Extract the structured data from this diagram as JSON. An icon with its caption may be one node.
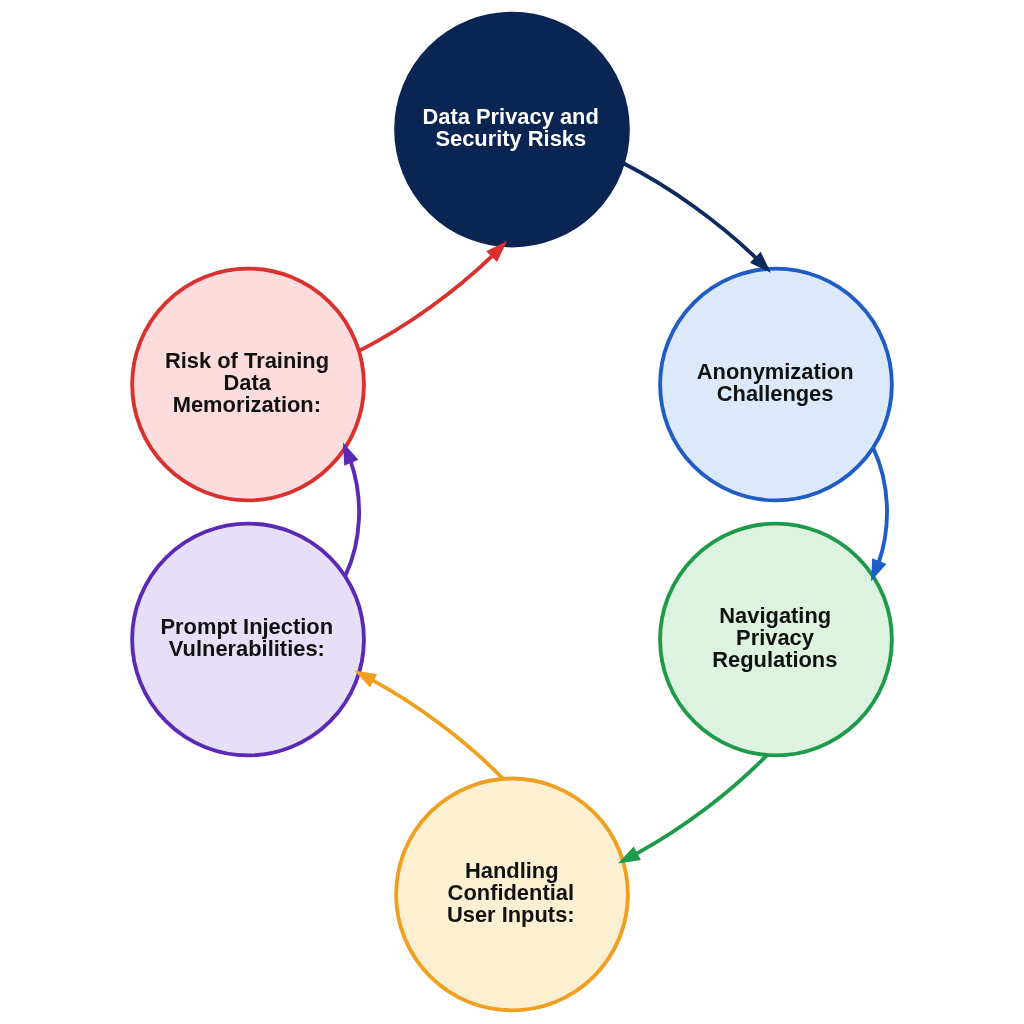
{
  "diagram": {
    "nodes": [
      {
        "text": [
          "Data Privacy and Security Risks"
        ]
      },
      {
        "text": [
          "Anonymization Challenges"
        ]
      },
      {
        "text": [
          "Navigating Privacy Regulations"
        ]
      },
      {
        "text": [
          "Handling Confidential User Inputs:"
        ]
      },
      {
        "text": [
          "Prompt Injection Vulnerabilities:"
        ]
      },
      {
        "text": [
          "Risk of Training Data Memorization:"
        ]
      }
    ],
    "edges": [
      {
        "from": 0,
        "to": 1,
        "arrow": "to",
        "color": "#0d2a5c"
      },
      {
        "from": 1,
        "to": 2,
        "arrow": "to",
        "color": "#1f5cc4"
      },
      {
        "from": 2,
        "to": 3,
        "arrow": "to",
        "color": "#1f9a4a"
      },
      {
        "from": 3,
        "to": 4,
        "arrow": "to",
        "color": "#f0a020"
      },
      {
        "from": 4,
        "to": 5,
        "arrow": "to",
        "color": "#5b2ab5"
      },
      {
        "from": 5,
        "to": 0,
        "arrow": "to",
        "color": "#d9312e"
      }
    ]
  }
}
